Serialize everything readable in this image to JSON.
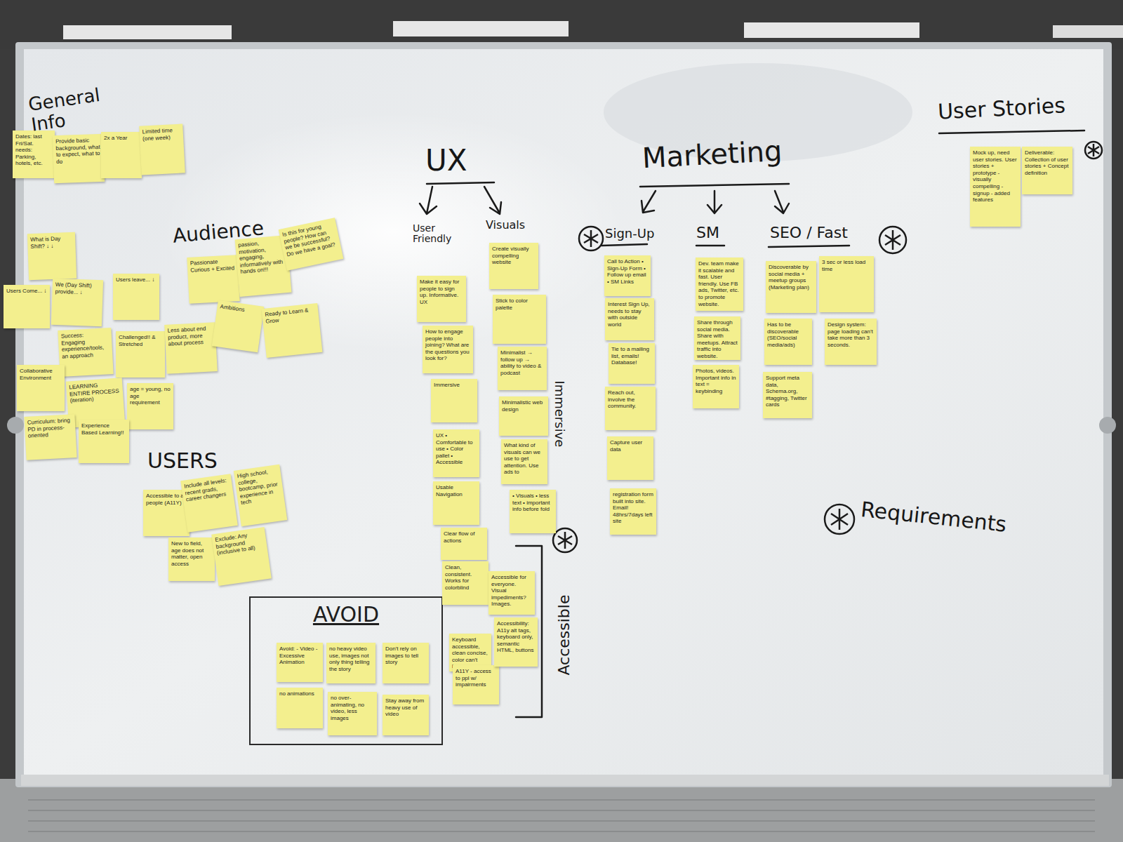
{
  "diagram": {
    "nodes": [
      {
        "text": [
          "Dates: last Fri/Sat. needs: Parking, hotels, etc."
        ]
      },
      {
        "text": [
          "Provide basic background, what to expect, what to do"
        ]
      },
      {
        "text": [
          "2x a Year"
        ]
      },
      {
        "text": [
          "Limited time (one week)"
        ]
      },
      {
        "text": [
          "What is Day Shift? ↓ ↓"
        ]
      },
      {
        "text": [
          "Users Come... ↓"
        ]
      },
      {
        "text": [
          "We (Day Shift) provide... ↓"
        ]
      },
      {
        "text": [
          "Users leave... ↓"
        ]
      },
      {
        "text": [
          "Success: Engaging experience/tools, an approach"
        ]
      },
      {
        "text": [
          "Challenged!! & Stretched"
        ]
      },
      {
        "text": [
          "Less about end product, more about process"
        ]
      },
      {
        "text": [
          "Collaborative Environment"
        ]
      },
      {
        "text": [
          "LEARNING ENTIRE PROCESS (iteration)"
        ]
      },
      {
        "text": [
          "age = young, no age requirement"
        ]
      },
      {
        "text": [
          "Curriculum: bring PD in process-oriented"
        ]
      },
      {
        "text": [
          "Experience Based Learning!!"
        ]
      },
      {
        "text": [
          "Passionate Curious + Excited"
        ]
      },
      {
        "text": [
          "passion, motivation, engaging, informatively with hands on!!!"
        ]
      },
      {
        "text": [
          "Is this for young people? How can we be successful? Do we have a goal?"
        ]
      },
      {
        "text": [
          "Ambitions"
        ]
      },
      {
        "text": [
          "Ready to Learn & Grow"
        ]
      },
      {
        "text": [
          "Accessible to all people (A11Y)"
        ]
      },
      {
        "text": [
          "Include all levels: recent grads, career changers"
        ]
      },
      {
        "text": [
          "High school, college, bootcamp, prior experience in tech"
        ]
      },
      {
        "text": [
          "New to field, age does not matter, open access"
        ]
      },
      {
        "text": [
          "Exclude: Any background (inclusive to all)"
        ]
      },
      {
        "text": [
          "AVOID"
        ]
      },
      {
        "text": [
          "Avoid: - Video - Excessive Animation"
        ],
        "in": 26
      },
      {
        "text": [
          "no heavy video use, images not only thing telling the story"
        ],
        "in": 26
      },
      {
        "text": [
          "Don't rely on images to tell story"
        ],
        "in": 26
      },
      {
        "text": [
          "no animations"
        ],
        "in": 26
      },
      {
        "text": [
          "no over-animating, no video, less images"
        ],
        "in": 26
      },
      {
        "text": [
          "Stay away from heavy use of video"
        ],
        "in": 26
      },
      {
        "text": [
          "Make it easy for people to sign up. Informative. UX"
        ]
      },
      {
        "text": [
          "How to engage people into joining? What are the questions you look for?"
        ]
      },
      {
        "text": [
          "Immersive"
        ]
      },
      {
        "text": [
          "UX • Comfortable to use • Color pallet • Accessible"
        ]
      },
      {
        "text": [
          "Usable Navigation"
        ]
      },
      {
        "text": [
          "Clear flow of actions"
        ]
      },
      {
        "text": [
          "Clean, consistent. Works for colorblind"
        ]
      },
      {
        "text": [
          "Create visually compelling website"
        ]
      },
      {
        "text": [
          "Stick to color palette"
        ]
      },
      {
        "text": [
          "Minimalist → follow up → ability to video & podcast"
        ]
      },
      {
        "text": [
          "Minimalistic web design"
        ]
      },
      {
        "text": [
          "What kind of visuals can we use to get attention. Use ads to"
        ]
      },
      {
        "text": [
          "• Visuals • less text • important info before fold"
        ]
      },
      {
        "text": [
          "Accessible for everyone. Visual impediments? Images."
        ]
      },
      {
        "text": [
          "Keyboard accessible, clean concise, color can't be..."
        ]
      },
      {
        "text": [
          "A11Y - access to ppl w/ impairments"
        ]
      },
      {
        "text": [
          "Accessibility: A11y alt tags, keyboard only, semantic HTML, buttons"
        ]
      },
      {
        "text": [
          "Call to Action • Sign-Up Form • Follow up email • SM Links"
        ]
      },
      {
        "text": [
          "Interest Sign Up, needs to stay with outside world"
        ]
      },
      {
        "text": [
          "Tie to a mailing list, emails! Database!"
        ]
      },
      {
        "text": [
          "Reach out, involve the community."
        ]
      },
      {
        "text": [
          "Capture user data"
        ]
      },
      {
        "text": [
          "registration form built into site. Email! 48hrs/7days left site"
        ]
      },
      {
        "text": [
          "Dev. team make it scalable and fast. User friendly. Use FB ads, Twitter, etc. to promote website."
        ]
      },
      {
        "text": [
          "Share through social media. Share with meetups. Attract traffic into website."
        ]
      },
      {
        "text": [
          "Photos, videos. Important info in text = keybinding"
        ]
      },
      {
        "text": [
          "Discoverable by social media + meetup groups (Marketing plan)"
        ]
      },
      {
        "text": [
          "3 sec or less load time"
        ]
      },
      {
        "text": [
          "Has to be discoverable (SEO/social media/ads)"
        ]
      },
      {
        "text": [
          "Design system: page loading can't take more than 3 seconds."
        ]
      },
      {
        "text": [
          "Support meta data, Schema.org, #tagging, Twitter cards"
        ]
      },
      {
        "text": [
          "Mock up, need user stories. User stories + prototype - visually compelling - signup - added features"
        ]
      },
      {
        "text": [
          "Deliverable: Collection of user stories + Concept definition"
        ]
      }
    ],
    "labels": [
      "General Info",
      "Audience",
      "USERS",
      "UX",
      "User Friendly",
      "Visuals",
      "Marketing",
      "Sign-Up",
      "SM",
      "SEO / Fast",
      "User Stories",
      "Requirements",
      "Accessible",
      "Immersive"
    ]
  }
}
